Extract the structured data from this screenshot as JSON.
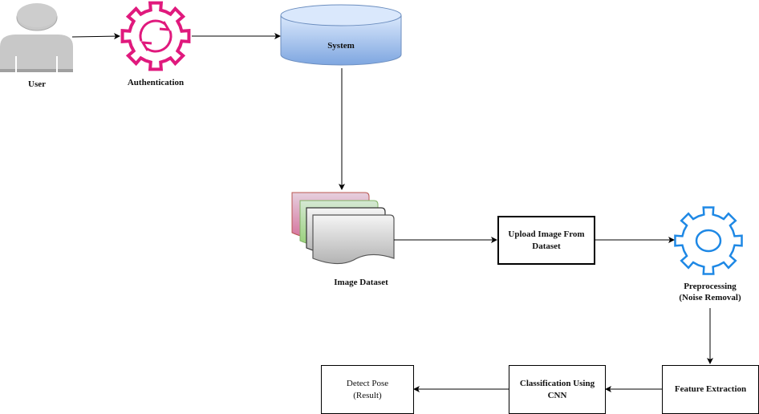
{
  "nodes": {
    "user": {
      "label": "User",
      "icon": "user-icon",
      "color": "#c8c8c8"
    },
    "authentication": {
      "label": "Authentication",
      "icon": "gear-sync-icon",
      "color": "#e0197d"
    },
    "system": {
      "label": "System",
      "icon": "database-cylinder-icon",
      "color": "#a9c4eb"
    },
    "image_dataset": {
      "label": "Image Dataset",
      "icon": "multiple-documents-icon"
    },
    "upload": {
      "line1": "Upload Image From",
      "line2": "Dataset"
    },
    "preprocessing": {
      "line1": "Preprocessing",
      "line2": "(Noise Removal)",
      "icon": "gear-icon",
      "color": "#1e88e5"
    },
    "feature_extraction": {
      "label": "Feature Extraction"
    },
    "classification": {
      "line1": "Classification Using",
      "line2": "CNN"
    },
    "detect_pose": {
      "line1": "Detect Pose",
      "line2": "(Result)"
    }
  },
  "edges": [
    {
      "from": "user",
      "to": "authentication"
    },
    {
      "from": "authentication",
      "to": "system"
    },
    {
      "from": "system",
      "to": "image_dataset"
    },
    {
      "from": "image_dataset",
      "to": "upload"
    },
    {
      "from": "upload",
      "to": "preprocessing"
    },
    {
      "from": "preprocessing",
      "to": "feature_extraction"
    },
    {
      "from": "feature_extraction",
      "to": "classification"
    },
    {
      "from": "classification",
      "to": "detect_pose"
    }
  ]
}
